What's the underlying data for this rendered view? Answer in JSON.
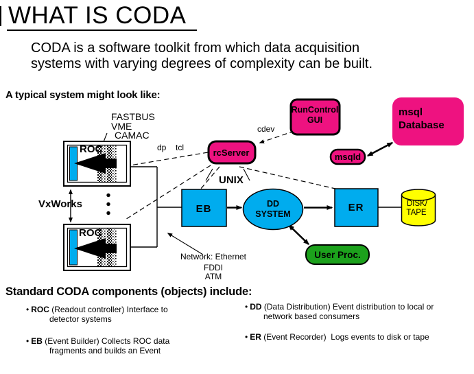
{
  "slide": {
    "title": "WHAT IS CODA",
    "intro_line1": "CODA is a software toolkit from which data acquisition",
    "intro_line2": "systems with varying degrees of complexity can be built.",
    "caption": "A typical system might look like:",
    "components_heading": "Standard CODA components (objects) include:"
  },
  "colors": {
    "cyan": "#00ACEE",
    "pink": "#EE1280",
    "yellow": "#FFFF00",
    "green": "#1CA11C"
  },
  "diagram": {
    "nodes": {
      "roc_top": "ROC",
      "roc_bottom": "ROC",
      "eb": "EB",
      "dd_line1": "DD",
      "dd_line2": "SYSTEM",
      "er": "ER",
      "disk_line1": "DISK/",
      "disk_line2": "TAPE",
      "rcserver": "rcServer",
      "runcontrol_line1": "RunControl",
      "runcontrol_line2": "GUI",
      "msql_line1": "msql",
      "msql_line2": "Database",
      "msqld": "msqld",
      "userproc": "User Proc."
    },
    "labels": {
      "fastbus": "FASTBUS",
      "vme": "VME",
      "camac": "CAMAC",
      "dp": "dp",
      "tcl": "tcl",
      "cdev": "cdev",
      "unix": "UNIX",
      "vxworks": "VxWorks",
      "network_line1": "Network: Ethernet",
      "network_line2": "FDDI",
      "network_line3": "ATM"
    }
  },
  "bullets": {
    "marker": "•",
    "roc": {
      "term": "ROC",
      "text": " (Readout controller) Interface to",
      "line2": "detector systems"
    },
    "eb": {
      "term": "EB",
      "text": " (Event Builder) Collects ROC data",
      "line2": "fragments and builds an Event"
    },
    "dd": {
      "term": "DD",
      "text": " (Data Distribution) Event distribution to local or",
      "line2": "network based consumers"
    },
    "er": {
      "term": "ER",
      "text": " (Event Recorder)  Logs events to disk or tape"
    }
  }
}
